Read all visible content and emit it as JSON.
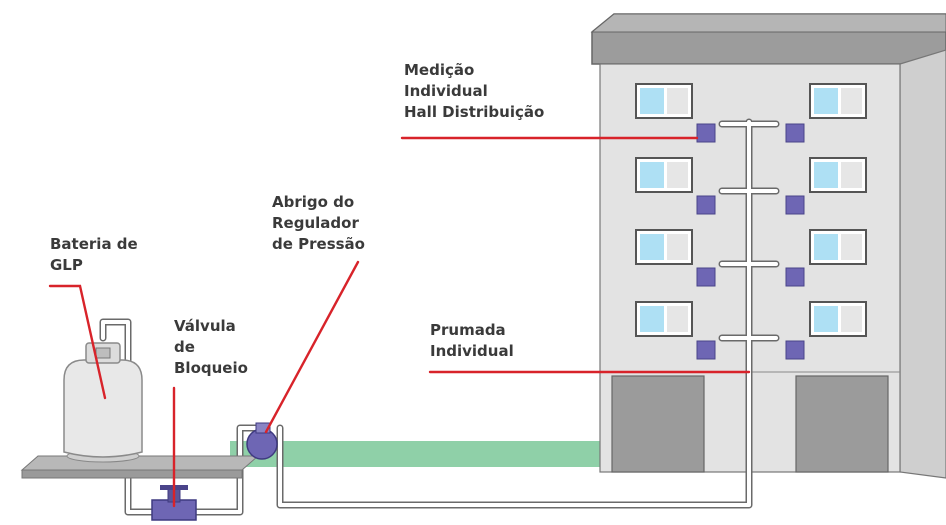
{
  "diagram": {
    "labels": {
      "medicao": [
        "Medição",
        "Individual",
        "Hall Distribuição"
      ],
      "abrigo": [
        "Abrigo do",
        "Regulador",
        "de Pressão"
      ],
      "bateria": [
        "Bateria de",
        "GLP"
      ],
      "valvula": [
        "Válvula",
        "de",
        "Bloqueio"
      ],
      "prumada": [
        "Prumada",
        "Individual"
      ]
    },
    "colors": {
      "leader_line": "#d8232a",
      "building_wall": "#e3e3e3",
      "building_side": "#cfcfcf",
      "roof": "#9c9c9c",
      "window_glass": "#aee0f4",
      "meter_box": "#6e66b4",
      "garage_door": "#9b9b9b",
      "ground_strip": "#8fd0a8",
      "pipe": "#ffffff",
      "tank": "#e8e8e8",
      "text": "#3a3a3a"
    }
  }
}
